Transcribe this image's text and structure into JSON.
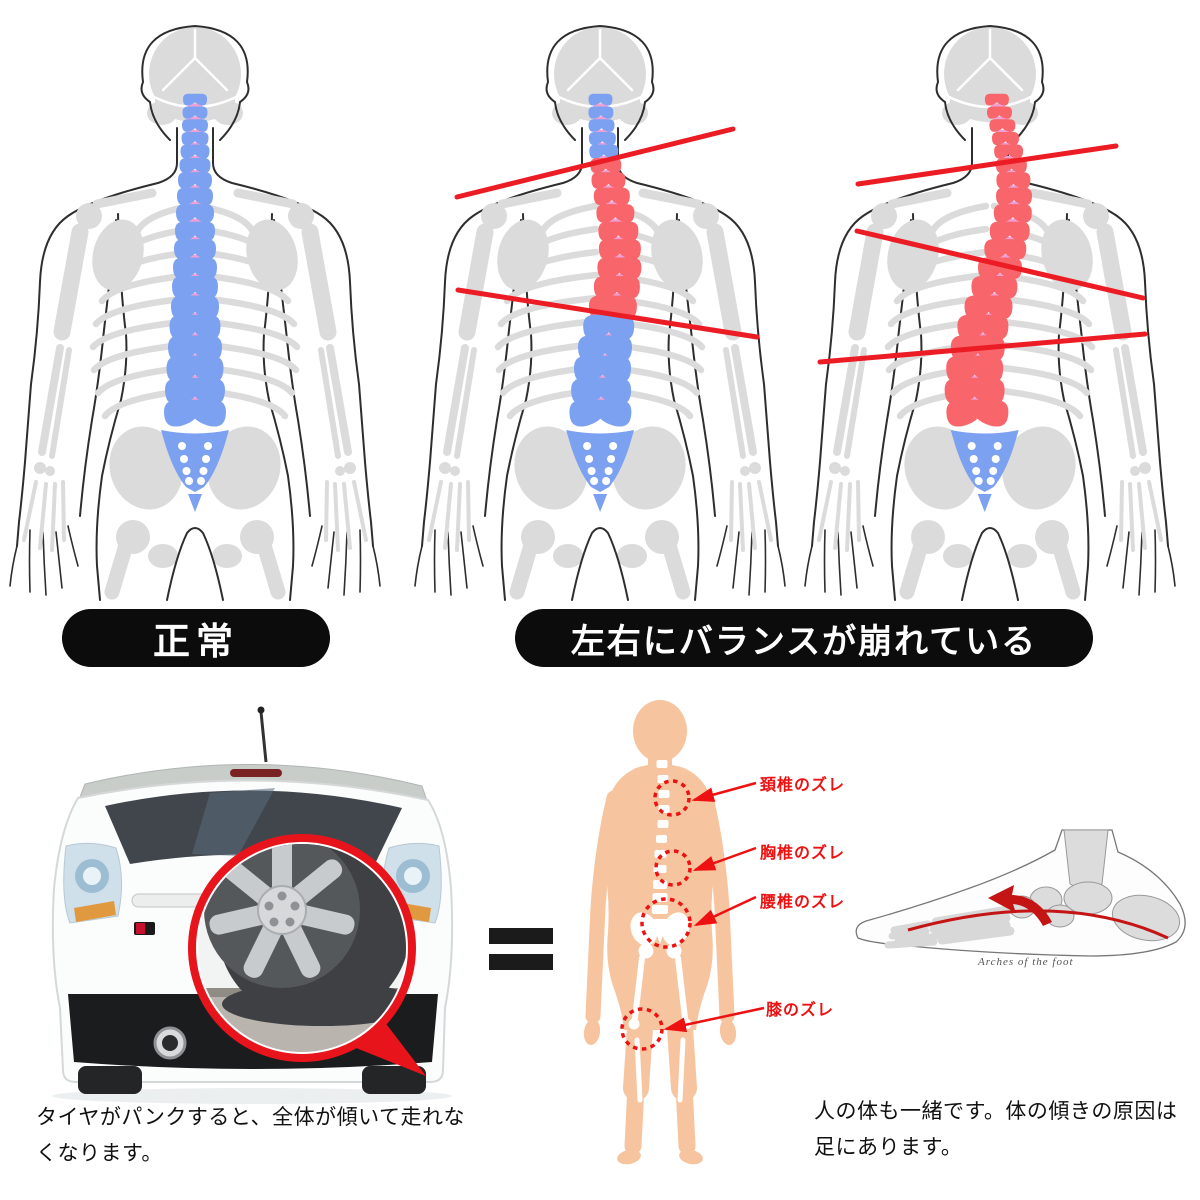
{
  "header_labels": {
    "normal": "正常",
    "imbalanced": "左右にバランスが崩れている"
  },
  "annotations": {
    "cervical": "頚椎のズレ",
    "thoracic": "胸椎のズレ",
    "lumbar": "腰椎のズレ",
    "knee": "膝のズレ"
  },
  "captions": {
    "car": "タイヤがパンクすると、全体が傾いて走れな\nくなります。",
    "body": "人の体も一緒です。体の傾きの原因は\n足にあります。",
    "foot": "Arches of the foot",
    "equals": "="
  },
  "colors": {
    "spine_blue": "#7DA1F1",
    "spine_red": "#F8656B",
    "disc_pink": "#F19FD7",
    "bone_gray": "#DBDBDB",
    "outline_dark": "#2E2E2E",
    "alignment_line_red": "#EC1C24",
    "annotation_red": "#EE1111",
    "callout_red": "#E8141C",
    "body_peach": "#F6C49E",
    "pill_black": "#0C0C0C"
  }
}
